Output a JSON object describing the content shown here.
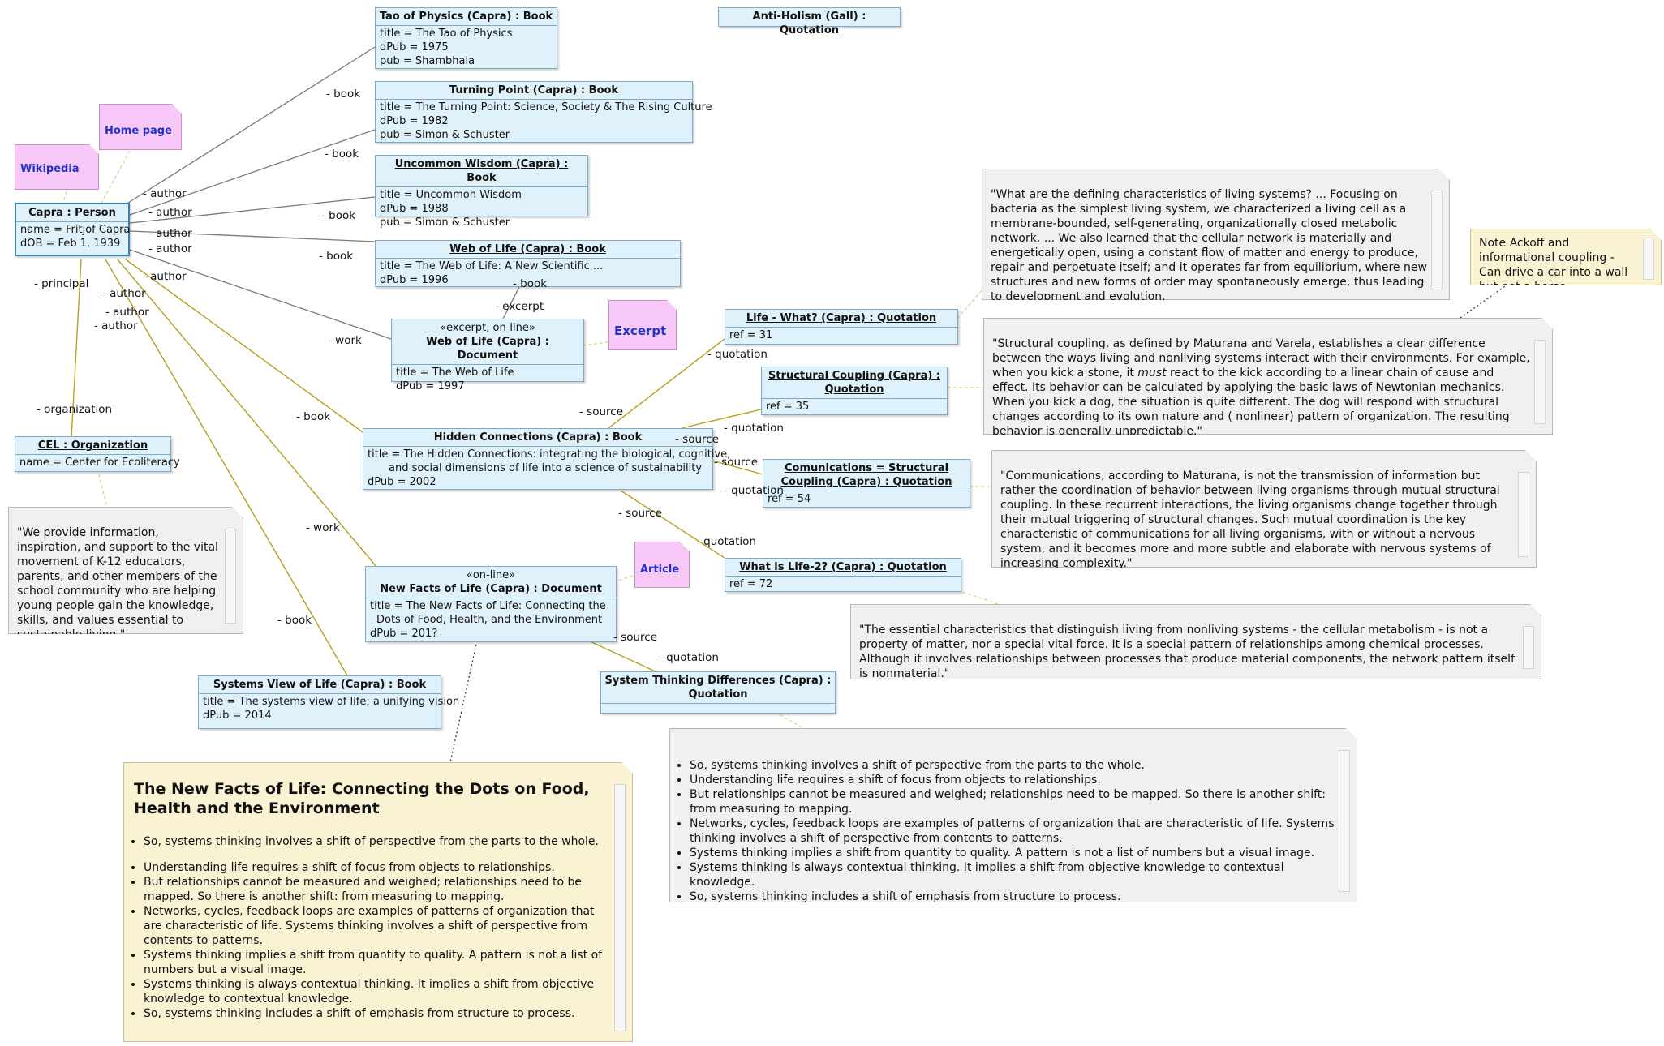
{
  "objects": {
    "tao": {
      "header": "Tao of Physics (Capra) : Book",
      "attrs": [
        "title = The Tao of Physics",
        "dPub = 1975",
        "pub = Shambhala"
      ]
    },
    "turning": {
      "header": "Turning Point (Capra) : Book",
      "attrs": [
        "title = The Turning Point: Science, Society & The Rising Culture",
        "dPub = 1982",
        "pub = Simon & Schuster"
      ]
    },
    "uncommon": {
      "header": "Uncommon Wisdom (Capra) : Book",
      "attrs": [
        "title = Uncommon Wisdom",
        "dPub = 1988",
        "pub = Simon & Schuster"
      ]
    },
    "webbook": {
      "header": "Web of Life (Capra) : Book",
      "attrs": [
        "title = The Web of Life: A New Scientific ...",
        "dPub = 1996"
      ]
    },
    "webdoc": {
      "stereotype": "«excerpt, on-line»",
      "header": "Web of Life (Capra) : Document",
      "attrs": [
        "title = The Web of Life",
        "dPub = 1997"
      ]
    },
    "capra": {
      "header": "Capra : Person",
      "attrs": [
        "name = Fritjof Capra",
        "dOB = Feb 1, 1939"
      ]
    },
    "cel": {
      "header": "CEL : Organization",
      "attrs": [
        "name = Center for Ecoliteracy"
      ]
    },
    "hidden": {
      "header": "Hidden Connections (Capra) : Book",
      "attrs": [
        "title = The Hidden Connections: integrating the biological, cognitive,",
        "and social dimensions of life into a science of sustainability",
        "dPub = 2002"
      ]
    },
    "newfacts": {
      "stereotype": "«on-line»",
      "header": "New Facts of Life (Capra) : Document",
      "attrs": [
        "title = The New Facts of Life: Connecting the",
        "Dots of Food, Health, and the Environment",
        "dPub = 201?"
      ]
    },
    "systems": {
      "header": "Systems View of Life (Capra) : Book",
      "attrs": [
        "title = The systems view of life: a unifying vision",
        "dPub = 2014"
      ]
    },
    "antiholism": {
      "header": "Anti-Holism (Gall) : Quotation",
      "attrs": []
    },
    "lifewhat": {
      "header": "Life - What? (Capra) : Quotation",
      "attrs": [
        "ref = 31"
      ]
    },
    "structural": {
      "header": "Structural Coupling (Capra) : Quotation",
      "attrs": [
        "ref = 35"
      ]
    },
    "comms": {
      "header": "Comunications = Structural Coupling (Capra) : Quotation",
      "attrs": [
        "ref = 54"
      ]
    },
    "whatis": {
      "header": "What is Life-2? (Capra) : Quotation",
      "attrs": [
        "ref = 72"
      ]
    },
    "sysdiff": {
      "header": "System Thinking Differences (Capra) : Quotation",
      "attrs": []
    }
  },
  "tags": {
    "wikipedia": "Wikipedia",
    "homepage": "Home page",
    "excerpt": "Excerpt",
    "article": "Article"
  },
  "notes": {
    "n_lifewhat": "\"What are the defining characteristics of living systems? ... Focusing on bacteria as the simplest living system, we characterized a living cell as a membrane-bounded, self-generating, organizationally closed metabolic network. ... We also learned that the cellular network is materially and energetically open, using a constant flow of matter and energy to produce, repair and perpetuate itself; and it operates far from equilibrium, where new structures and new forms of order may spontaneously emerge, thus leading to development and evolution.",
    "n_ackoff": "Note Ackoff and informational coupling - Can drive a car into a wall but not a horse.",
    "n_structural_a": "\"Structural coupling, as defined by Maturana and Varela, establishes a clear difference between the ways living and nonliving systems interact with their environments. For example, when you kick a stone, it ",
    "n_structural_em": "must",
    "n_structural_b": " react to the kick according to a linear chain of cause and effect. Its behavior can be calculated by applying the basic laws of Newtonian mechanics. When you kick a dog, the situation is quite different. The dog will respond with structural changes according to its own nature and ( nonlinear) pattern of organization. The resulting behavior is generally unpredictable.\"",
    "n_comms": "\"Communications, according to Maturana, is not the transmission of information but rather the coordination of behavior between living organisms through mutual structural coupling. In these recurrent interactions, the living organisms change together through their mutual triggering of structural changes. Such mutual coordination is the key characteristic of communications for all living organisms, with or without a nervous system, and it becomes more and more subtle and elaborate with nervous systems of increasing complexity.\"",
    "n_whatis": "\"The essential characteristics that distinguish living from nonliving systems - the cellular metabolism - is not a property of matter, nor a special vital force. It is a special pattern of relationships among chemical processes. Although it involves relationships between processes that produce material components, the network pattern itself is nonmaterial.\"",
    "n_cel": "\"We provide information, inspiration, and support to the vital movement of K-12 educators, parents, and other members of the school community who are helping young people gain the knowledge, skills, and values essential to sustainable living.\"",
    "n_sysdiff": [
      "So, systems thinking involves a shift of perspective from the parts to the whole.",
      "Understanding life requires a shift of focus from objects to relationships.",
      "But relationships cannot be measured and weighed; relationships need to be mapped. So there is another shift: from measuring to mapping.",
      "Networks, cycles, feedback loops are examples of patterns of organization that are characteristic of life. Systems thinking involves a shift of perspective from contents to patterns.",
      "Systems thinking implies a shift from quantity to quality. A pattern is not a list of numbers but a visual image.",
      "Systems thinking is always contextual thinking. It implies a shift from objective knowledge to contextual knowledge.",
      "So, systems thinking includes a shift of emphasis from structure to process."
    ],
    "n_newfacts_title": "The New Facts of Life: Connecting the Dots on Food, Health and the Environment",
    "n_newfacts": [
      "So, systems thinking involves a shift of perspective from the parts to the whole.",
      "Understanding life requires a shift of focus from objects to relationships.",
      "But relationships cannot be measured and weighed; relationships need to be mapped. So there is another shift: from measuring to mapping.",
      "Networks, cycles, feedback loops are examples of patterns of organization that are characteristic of life. Systems thinking involves a shift of perspective from contents to patterns.",
      "Systems thinking implies a shift from quantity to quality. A pattern is not a list of numbers but a visual image.",
      "Systems thinking is always contextual thinking. It implies a shift from objective knowledge to contextual knowledge.",
      "So, systems thinking includes a shift of emphasis from structure to process."
    ]
  },
  "labels": {
    "book": "- book",
    "author": "- author",
    "work": "- work",
    "principal": "- principal",
    "organization": "- organization",
    "excerpt": "- excerpt",
    "quotation": "- quotation",
    "source": "- source"
  },
  "colors": {
    "object_fill": "#dff1fb",
    "note_fill": "#f0f0f0",
    "yellow_note": "#f9f3d4",
    "tag_fill": "#f7c8f7",
    "link_gray": "#777777",
    "link_gold": "#b8a020"
  }
}
